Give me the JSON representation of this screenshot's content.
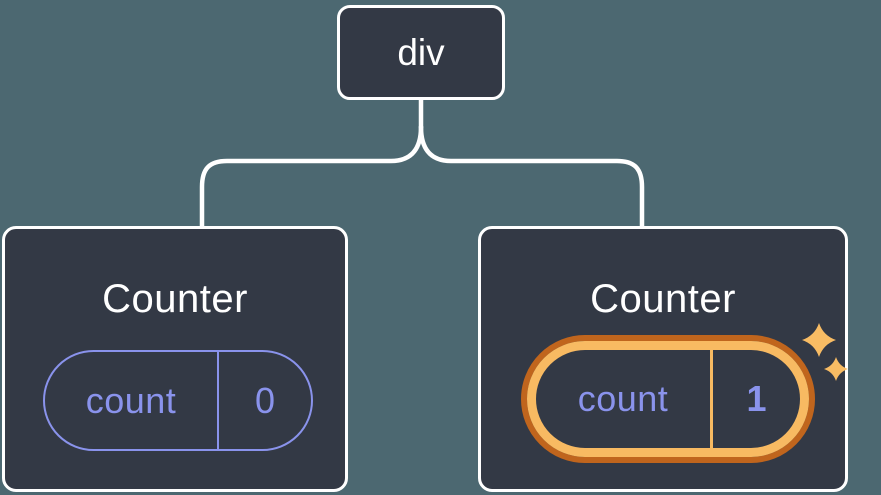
{
  "diagram": {
    "background": "#4C6871",
    "root": {
      "label": "div"
    },
    "children": [
      {
        "title": "Counter",
        "state": {
          "label": "count",
          "value": "0"
        },
        "highlighted": false
      },
      {
        "title": "Counter",
        "state": {
          "label": "count",
          "value": "1"
        },
        "highlighted": true
      }
    ],
    "colors": {
      "bg": "#4C6871",
      "node_fill": "#333945",
      "node_border": "#FFFFFF",
      "state_purple": "#8A93EC",
      "highlight_orange_dark": "#C0651D",
      "highlight_orange_light": "#F8BA62",
      "sparkle": "#F8BC64"
    }
  }
}
